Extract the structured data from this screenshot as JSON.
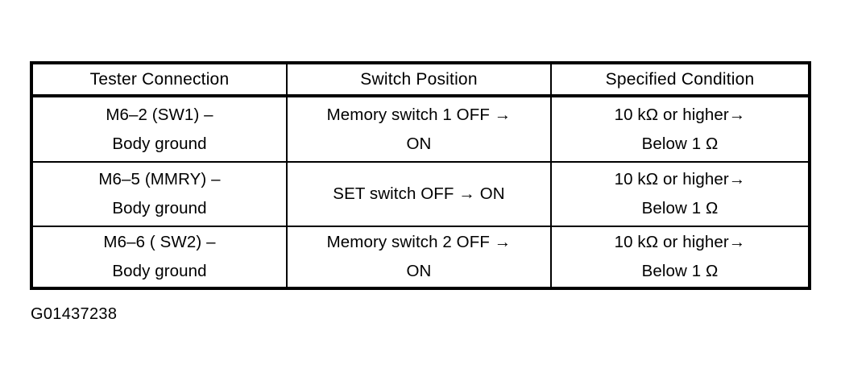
{
  "figure": {
    "caption": "G01437238",
    "colors": {
      "background": "#ffffff",
      "ink": "#000000",
      "border": "#000000"
    }
  },
  "table": {
    "headers": [
      "Tester Connection",
      "Switch Position",
      "Specified Condition"
    ],
    "rows": [
      {
        "tester_connection": {
          "line1": "M6–2 (SW1) –",
          "line2": "Body ground"
        },
        "switch_position": {
          "line1": "Memory switch 1 OFF →",
          "line2": "ON"
        },
        "specified_condition": {
          "line1": "10 kΩ or higher→",
          "line2": "Below 1 Ω"
        }
      },
      {
        "tester_connection": {
          "line1": "M6–5 (MMRY) –",
          "line2": "Body ground"
        },
        "switch_position": {
          "line1": "SET switch OFF → ON",
          "line2": ""
        },
        "specified_condition": {
          "line1": "10 kΩ or higher→",
          "line2": "Below 1 Ω"
        }
      },
      {
        "tester_connection": {
          "line1": "M6–6 ( SW2) –",
          "line2": "Body ground"
        },
        "switch_position": {
          "line1": "Memory switch 2 OFF →",
          "line2": "ON"
        },
        "specified_condition": {
          "line1": "10 kΩ or higher→",
          "line2": "Below 1 Ω"
        }
      }
    ]
  }
}
